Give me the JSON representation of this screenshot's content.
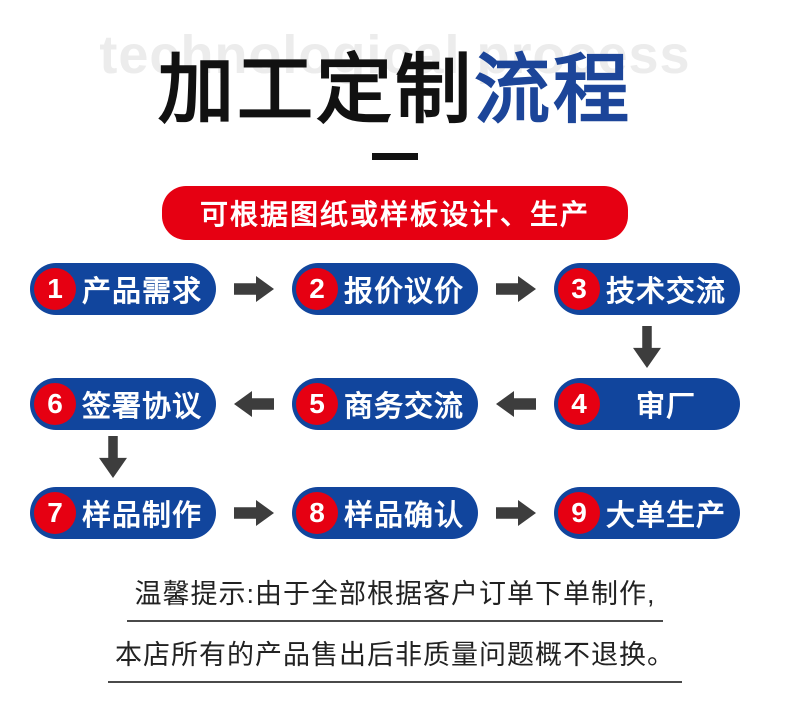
{
  "watermark": "technological process",
  "title": {
    "main": "加工定制",
    "accent": "流程"
  },
  "banner_text": "可根据图纸或样板设计、生产",
  "flow": {
    "rows": [
      {
        "direction": "right",
        "steps": [
          {
            "num": "1",
            "label": "产品需求"
          },
          {
            "num": "2",
            "label": "报价议价"
          },
          {
            "num": "3",
            "label": "技术交流"
          }
        ]
      },
      {
        "direction": "left",
        "steps": [
          {
            "num": "6",
            "label": "签署协议"
          },
          {
            "num": "5",
            "label": "商务交流"
          },
          {
            "num": "4",
            "label": "审厂"
          }
        ]
      },
      {
        "direction": "right",
        "steps": [
          {
            "num": "7",
            "label": "样品制作"
          },
          {
            "num": "8",
            "label": "样品确认"
          },
          {
            "num": "9",
            "label": "大单生产"
          }
        ]
      }
    ]
  },
  "notes": {
    "line1": "温馨提示:由于全部根据客户订单下单制作,",
    "line2": "本店所有的产品售出后非质量问题概不退换。"
  },
  "colors": {
    "pill_blue": "#11459d",
    "title_blue": "#1c4599",
    "badge_red": "#e60012",
    "arrow_gray": "#3d3d3d",
    "watermark_gray": "#ececec",
    "note_text": "#222222"
  }
}
